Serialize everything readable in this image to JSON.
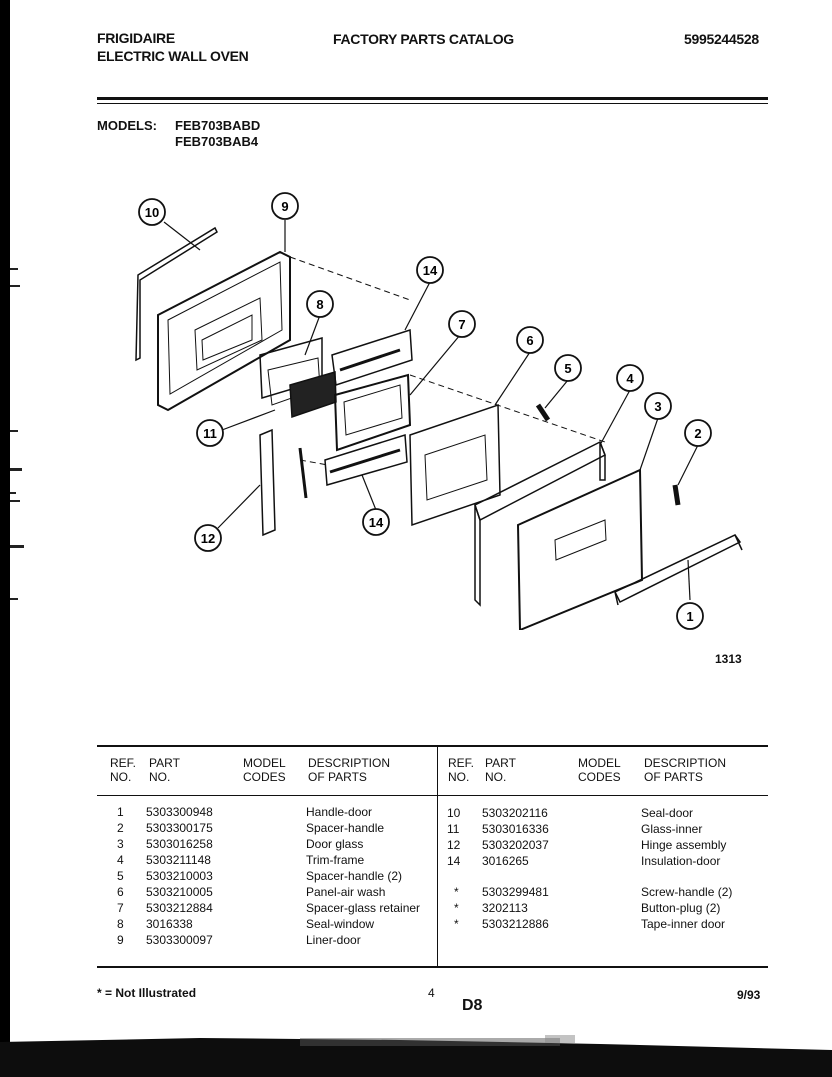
{
  "header": {
    "brand": "FRIGIDAIRE",
    "product": "ELECTRIC WALL OVEN",
    "catalog_title": "FACTORY PARTS CATALOG",
    "catalog_number": "5995244528"
  },
  "models": {
    "label": "MODELS:",
    "list": [
      "FEB703BABD",
      "FEB703BAB4"
    ]
  },
  "diagram": {
    "drawing_number": "1313",
    "callouts": [
      "10",
      "9",
      "8",
      "14",
      "7",
      "6",
      "5",
      "4",
      "3",
      "2",
      "11",
      "12",
      "14",
      "1"
    ]
  },
  "table": {
    "headers": {
      "ref": "REF.\nNO.",
      "part": "PART\nNO.",
      "model": "MODEL\nCODES",
      "desc": "DESCRIPTION\nOF PARTS"
    },
    "left_rows": [
      {
        "ref": "1",
        "part": "5303300948",
        "desc": "Handle-door"
      },
      {
        "ref": "2",
        "part": "5303300175",
        "desc": "Spacer-handle"
      },
      {
        "ref": "3",
        "part": "5303016258",
        "desc": "Door glass"
      },
      {
        "ref": "4",
        "part": "5303211148",
        "desc": "Trim-frame"
      },
      {
        "ref": "5",
        "part": "5303210003",
        "desc": "Spacer-handle (2)"
      },
      {
        "ref": "6",
        "part": "5303210005",
        "desc": "Panel-air wash"
      },
      {
        "ref": "7",
        "part": "5303212884",
        "desc": "Spacer-glass retainer"
      },
      {
        "ref": "8",
        "part": "3016338",
        "desc": "Seal-window"
      },
      {
        "ref": "9",
        "part": "5303300097",
        "desc": "Liner-door"
      }
    ],
    "right_rows_a": [
      {
        "ref": "10",
        "part": "5303202116",
        "desc": "Seal-door"
      },
      {
        "ref": "11",
        "part": "5303016336",
        "desc": "Glass-inner"
      },
      {
        "ref": "12",
        "part": "5303202037",
        "desc": "Hinge assembly"
      },
      {
        "ref": "14",
        "part": "3016265",
        "desc": "Insulation-door"
      }
    ],
    "right_rows_b": [
      {
        "ref": "*",
        "part": "5303299481",
        "desc": "Screw-handle (2)"
      },
      {
        "ref": "*",
        "part": "3202113",
        "desc": "Button-plug (2)"
      },
      {
        "ref": "*",
        "part": "5303212886",
        "desc": "Tape-inner door"
      }
    ]
  },
  "footer": {
    "note": "* = Not Illustrated",
    "page": "4",
    "section": "D8",
    "date": "9/93"
  }
}
